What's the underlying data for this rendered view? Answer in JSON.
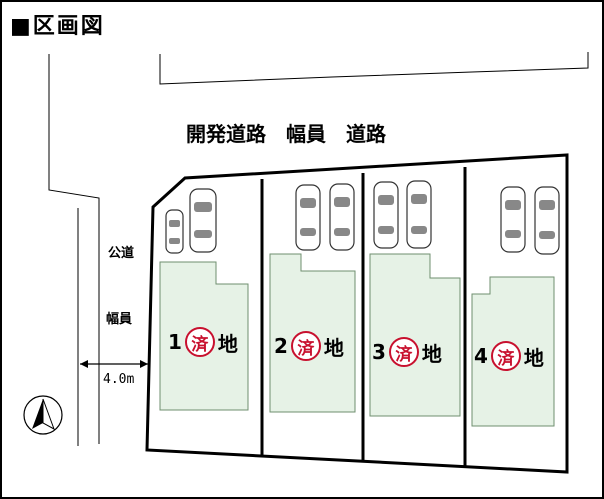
{
  "header": {
    "title": "■区画図"
  },
  "road": {
    "label": "開発道路　幅員　道路"
  },
  "public_road": {
    "label_top": "公道",
    "label_bottom": "幅員",
    "width": "4.0m"
  },
  "lots": [
    {
      "number": "1",
      "seal": "済",
      "suffix": "地"
    },
    {
      "number": "2",
      "seal": "済",
      "suffix": "地"
    },
    {
      "number": "3",
      "seal": "済",
      "suffix": "地"
    },
    {
      "number": "4",
      "seal": "済",
      "suffix": "地"
    }
  ],
  "colors": {
    "lot_fill": "#e6f2e6",
    "seal": "#c8102e",
    "border": "#000000"
  },
  "compass": {
    "icon": "north-arrow-icon"
  }
}
